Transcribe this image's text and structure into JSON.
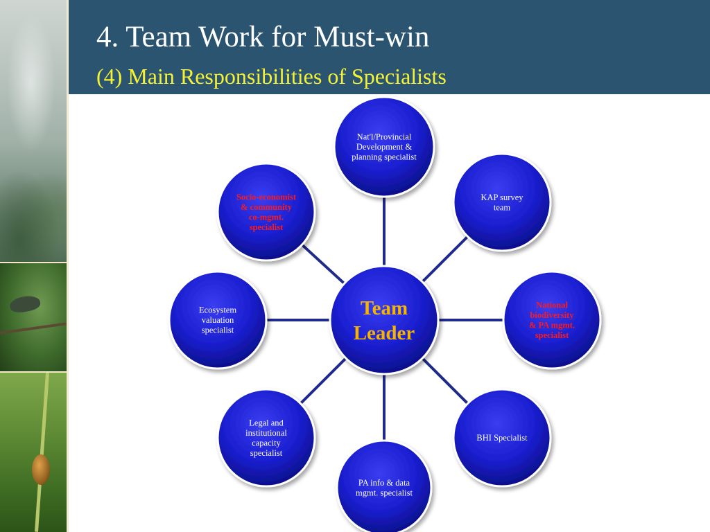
{
  "slide": {
    "title": "4. Team Work for Must-win",
    "subtitle": "(4) Main Responsibilities of Specialists"
  },
  "colors": {
    "banner": "#2a5470",
    "subtitle": "#f5f234",
    "node_fill": "#1a1fd0",
    "connector": "#1f2a8a",
    "center_text": "#f5b400",
    "highlight_text": "#ff1a1a",
    "node_text": "#ffffff"
  },
  "diagram": {
    "center": {
      "lines": [
        "Team",
        "Leader"
      ]
    },
    "nodes": [
      {
        "lines": [
          "Nat'l/Provincial",
          "Development  &",
          "planning specialist"
        ],
        "highlight": false
      },
      {
        "lines": [
          "KAP survey",
          "team"
        ],
        "highlight": false
      },
      {
        "lines": [
          "National",
          "biodiversity",
          "& PA mgmt.",
          "specialist"
        ],
        "highlight": true
      },
      {
        "lines": [
          "BHI Specialist"
        ],
        "highlight": false
      },
      {
        "lines": [
          "PA info & data",
          "mgmt. specialist"
        ],
        "highlight": false
      },
      {
        "lines": [
          "Legal and",
          "institutional",
          "capacity",
          "specialist"
        ],
        "highlight": false
      },
      {
        "lines": [
          "Ecosystem",
          "valuation",
          "specialist"
        ],
        "highlight": false
      },
      {
        "lines": [
          "Socio-economist",
          "& community",
          "co-mgmt.",
          "specialist"
        ],
        "highlight": true
      }
    ]
  }
}
